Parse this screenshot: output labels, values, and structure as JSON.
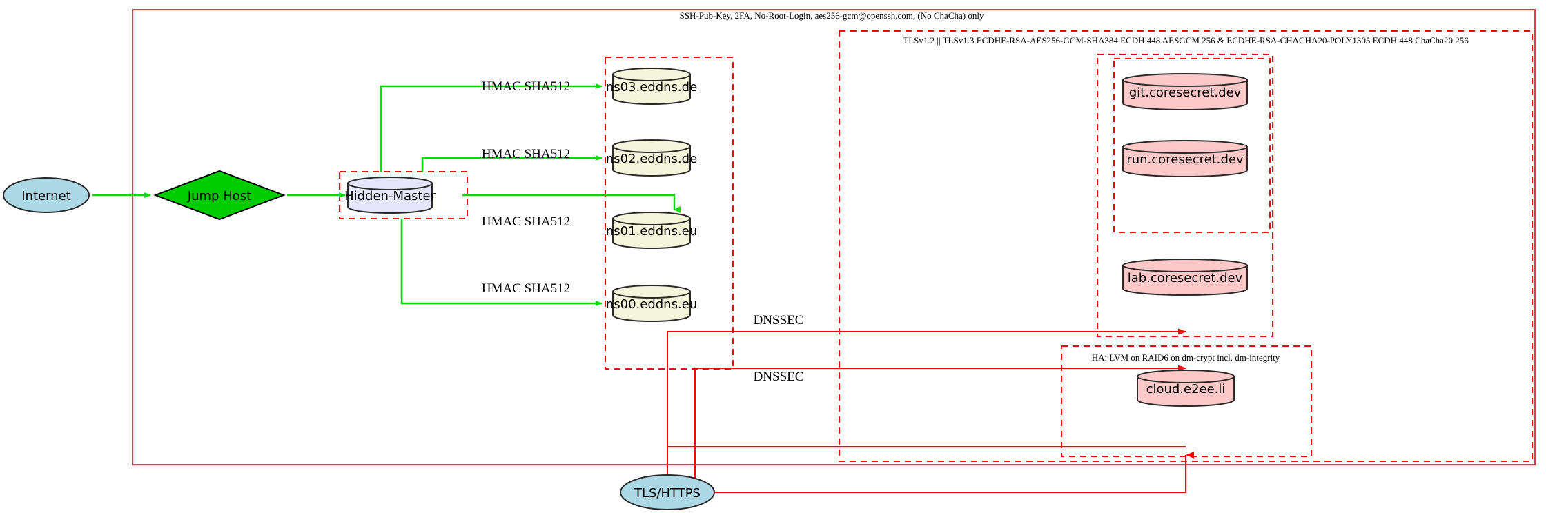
{
  "diagram": {
    "title": "Network security architecture diagram",
    "clusters": [
      {
        "id": "ssh-zone",
        "label": "SSH-Pub-Key, 2FA, No-Root-Login, aes256-gcm@openssh.com, (No ChaCha) only"
      },
      {
        "id": "tls-zone",
        "label": "TLSv1.2 || TLSv1.3 ECDHE-RSA-AES256-GCM-SHA384 ECDH 448 AESGCM 256 & ECDHE-RSA-CHACHA20-POLY1305 ECDH 448 ChaCha20 256"
      },
      {
        "id": "ha-zone",
        "label": "HA: LVM on RAID6 on dm-crypt incl. dm-integrity"
      },
      {
        "id": "dns-zone",
        "label": ""
      },
      {
        "id": "master-zone",
        "label": ""
      },
      {
        "id": "app-zone",
        "label": ""
      },
      {
        "id": "inner-zone",
        "label": ""
      }
    ],
    "nodes": [
      {
        "id": "internet",
        "label": "Internet",
        "shape": "ellipse",
        "color": "#add8e6"
      },
      {
        "id": "jumphost",
        "label": "Jump Host",
        "shape": "diamond",
        "color": "#00cc00"
      },
      {
        "id": "hidden-master",
        "label": "Hidden-Master",
        "shape": "cylinder",
        "color": "#e6e6fa"
      },
      {
        "id": "ns03",
        "label": "ns03.eddns.de",
        "shape": "cylinder",
        "color": "#f5f5dc"
      },
      {
        "id": "ns02",
        "label": "ns02.eddns.de",
        "shape": "cylinder",
        "color": "#f5f5dc"
      },
      {
        "id": "ns01",
        "label": "ns01.eddns.eu",
        "shape": "cylinder",
        "color": "#f5f5dc"
      },
      {
        "id": "ns00",
        "label": "ns00.eddns.eu",
        "shape": "cylinder",
        "color": "#f5f5dc"
      },
      {
        "id": "git",
        "label": "git.coresecret.dev",
        "shape": "cylinder",
        "color": "#fcc8c8"
      },
      {
        "id": "run",
        "label": "run.coresecret.dev",
        "shape": "cylinder",
        "color": "#fcc8c8"
      },
      {
        "id": "lab",
        "label": "lab.coresecret.dev",
        "shape": "cylinder",
        "color": "#fcc8c8"
      },
      {
        "id": "cloud",
        "label": "cloud.e2ee.li",
        "shape": "cylinder",
        "color": "#fcc8c8"
      },
      {
        "id": "tlshttps",
        "label": "TLS/HTTPS",
        "shape": "ellipse",
        "color": "#add8e6"
      }
    ],
    "edge_labels": [
      {
        "id": "hmac-ns03",
        "label": "HMAC SHA512"
      },
      {
        "id": "hmac-ns02",
        "label": "HMAC SHA512"
      },
      {
        "id": "hmac-ns01",
        "label": "HMAC SHA512"
      },
      {
        "id": "hmac-ns00",
        "label": "HMAC SHA512"
      },
      {
        "id": "dnssec-1",
        "label": "DNSSEC"
      },
      {
        "id": "dnssec-2",
        "label": "DNSSEC"
      }
    ],
    "colors": {
      "green_edge": "#00dd00",
      "red_edge": "#ff0000",
      "cluster_border": "#ff0000",
      "outer_border": "#e8393e",
      "node_blue": "#add8e6",
      "node_green": "#00cc00",
      "node_lavender": "#e6e6fa",
      "node_beige": "#f5f5dc",
      "node_pink": "#fcc8c8"
    }
  }
}
